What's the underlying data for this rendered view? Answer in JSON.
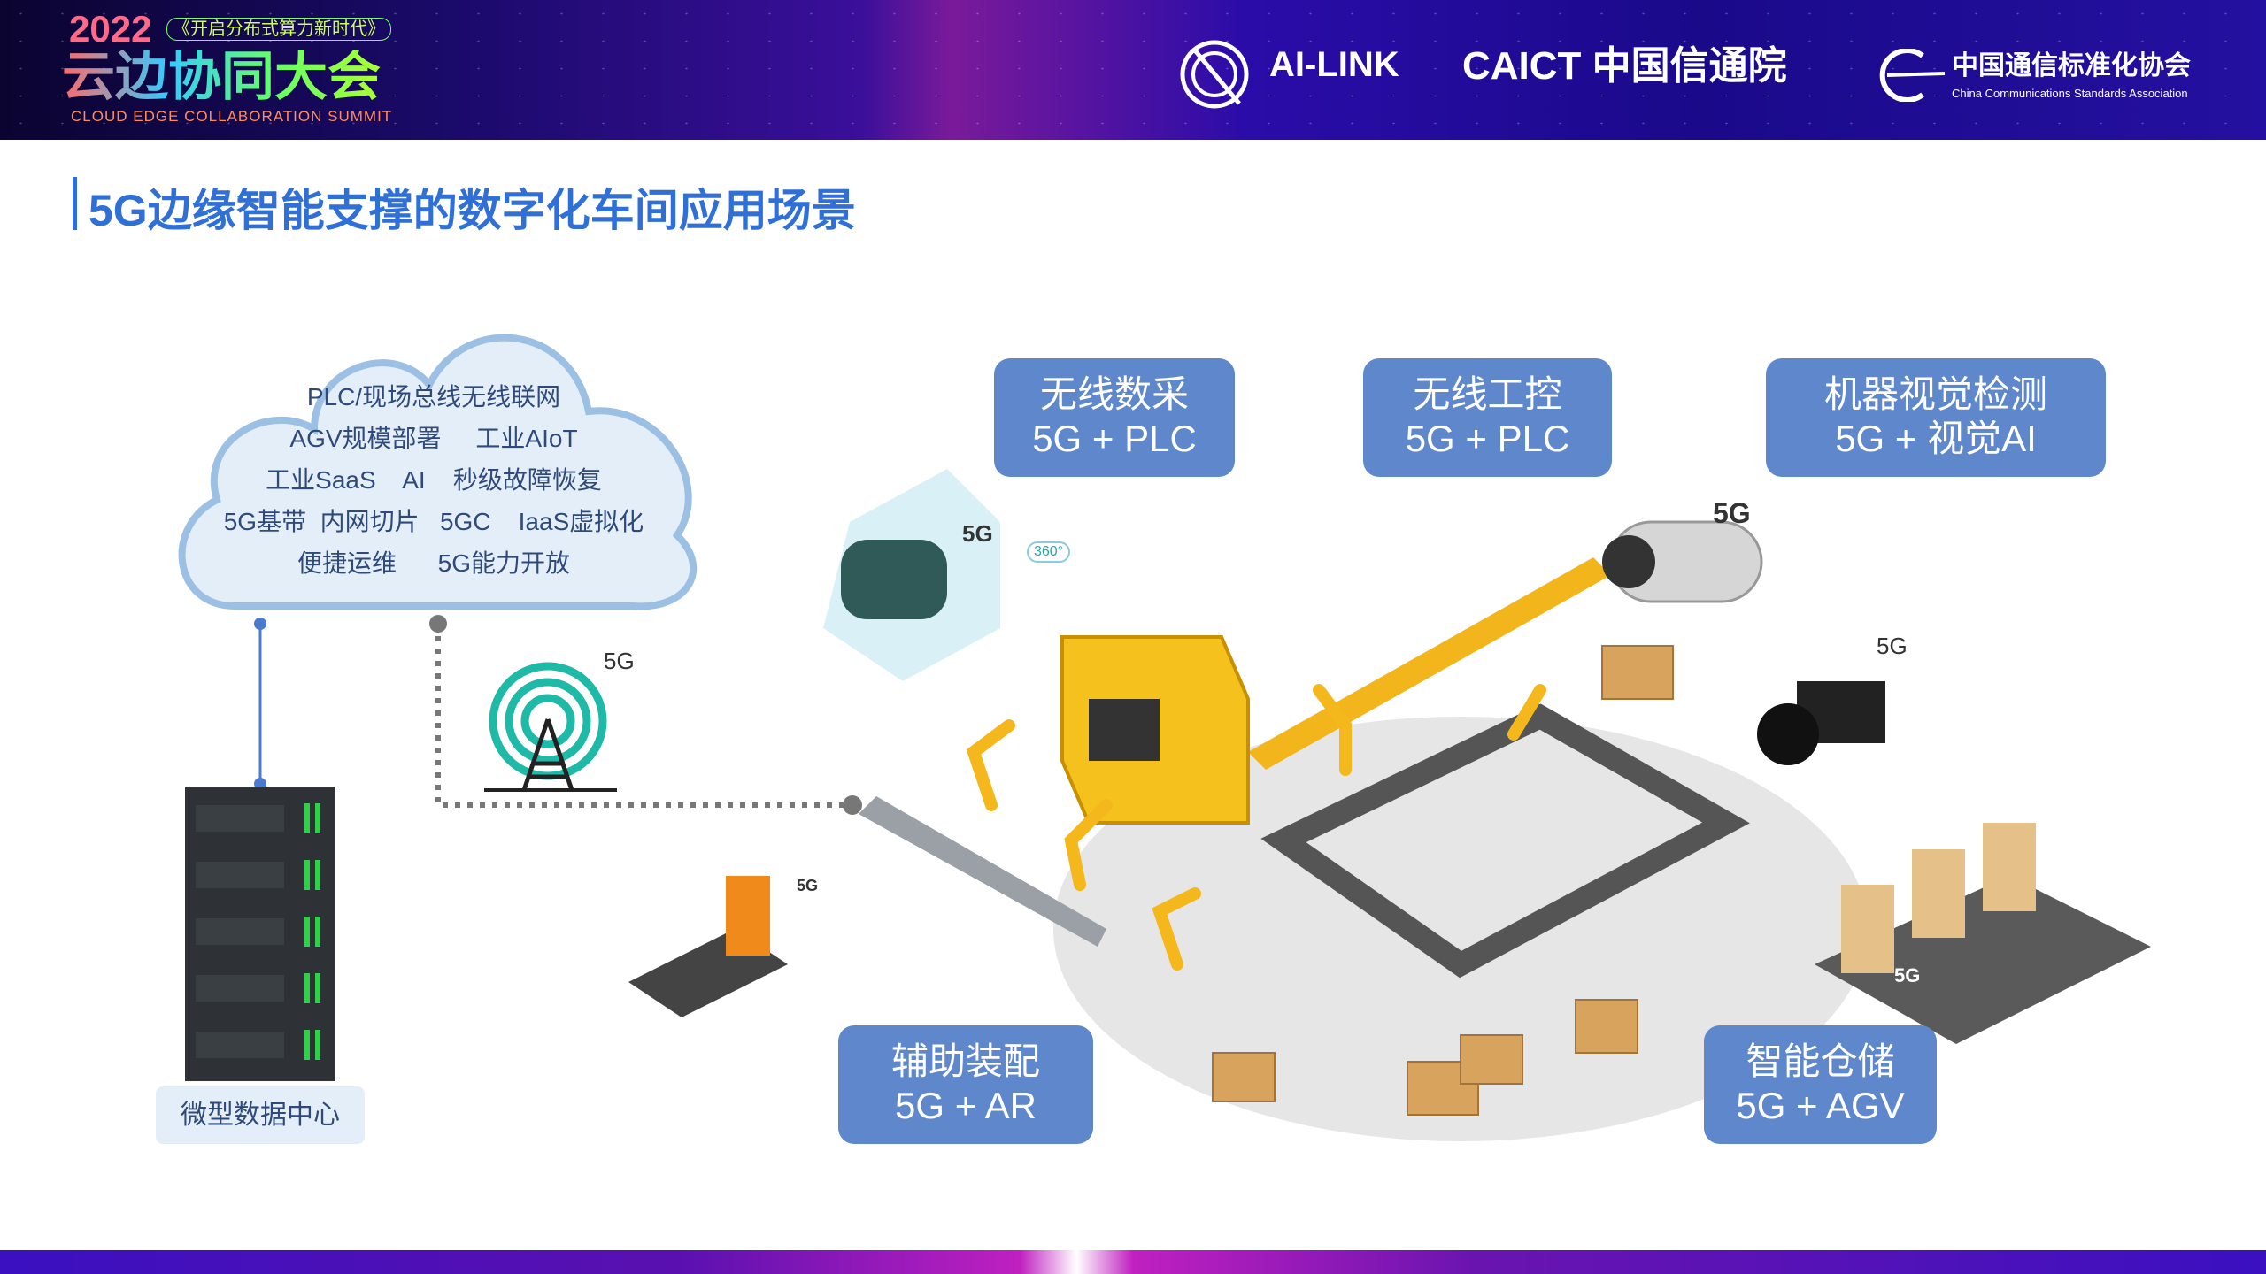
{
  "header": {
    "event_year": "2022",
    "event_slogan": "《开启分布式算力新时代》",
    "event_name": "云边协同大会",
    "event_subtitle": "CLOUD EDGE COLLABORATION SUMMIT",
    "partners": [
      "AI-LINK",
      "CAICT 中国信通院",
      "中国通信标准化协会"
    ],
    "partner_caption": "China Communications Standards Association"
  },
  "title": "5G边缘智能支撑的数字化车间应用场景",
  "cloud": {
    "lines": [
      "PLC/现场总线无线联网",
      "AGV规模部署     工业AIoT",
      "工业SaaS    AI    秒级故障恢复",
      "5G基带  内网切片   5GC    IaaS虚拟化",
      "便捷运维      5G能力开放"
    ]
  },
  "datacenter_label": "微型数据中心",
  "scenarios": [
    {
      "line1": "无线数采",
      "line2": "5G + PLC"
    },
    {
      "line1": "无线工控",
      "line2": "5G + PLC"
    },
    {
      "line1": "机器视觉检测",
      "line2": "5G + 视觉AI"
    },
    {
      "line1": "辅助装配",
      "line2": "5G + AR"
    },
    {
      "line1": "智能仓储",
      "line2": "5G + AGV"
    }
  ],
  "illustration_labels": {
    "fiveg": "5G",
    "rotation": "360°"
  },
  "colors": {
    "accent": "#2f6fd6",
    "scenario_box": "#5f88cc",
    "cloud_fill": "#e4eef9",
    "cloud_stroke": "#9cc0e4"
  }
}
